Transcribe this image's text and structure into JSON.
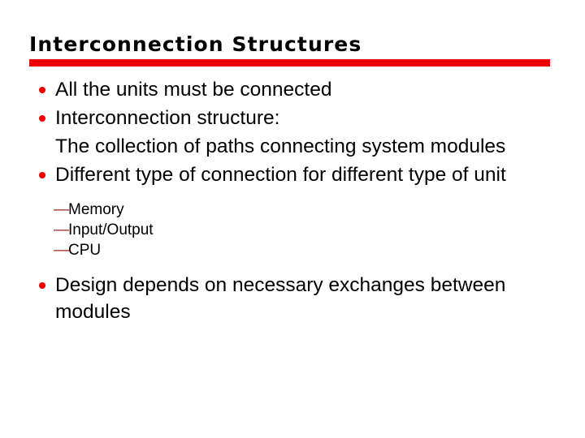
{
  "slide": {
    "title": "Interconnection Structures",
    "background_color": "#ffffff",
    "title_color": "#000000",
    "rule_color": "#ee0000",
    "bullet_color": "#ee0000",
    "dash_color": "#9e2121",
    "text_color": "#000000"
  },
  "content": {
    "bullets": [
      {
        "marker": "dot",
        "text": "All the units must be connected"
      },
      {
        "marker": "dot",
        "text": "Interconnection structure:"
      },
      {
        "marker": "none",
        "text": "The collection of paths connecting system modules"
      },
      {
        "marker": "dot",
        "text": "Different type of connection for different type of unit"
      }
    ],
    "sub_bullets": [
      {
        "marker": "—",
        "text": "Memory"
      },
      {
        "marker": "—",
        "text": "Input/Output"
      },
      {
        "marker": "—",
        "text": "CPU"
      }
    ],
    "final_bullet": {
      "marker": "dot",
      "text": "Design depends on necessary exchanges between modules"
    }
  }
}
